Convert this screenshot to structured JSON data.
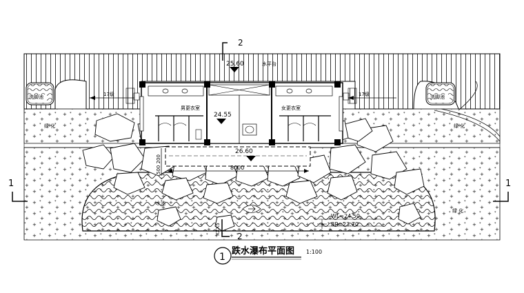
{
  "labels": {
    "section_top": "2",
    "section_bottom": "2",
    "section_left": "1",
    "section_right": "1",
    "elev_platform": "25.60",
    "platform": "水平台",
    "steps_left": "17级",
    "steps_right": "17级",
    "washroom_left": "洗脚池",
    "washroom_right": "洗脚池",
    "mens_room": "男更衣室",
    "womens_room": "女更衣室",
    "elev_room": "24.55",
    "green_left": "绿 化",
    "green_right": "绿 化",
    "green_bottom_right": "绿 化",
    "elev_weir": "26.60",
    "dim_8000": "8000",
    "dim_vertical": "500 200",
    "pond": "水池",
    "dim_pond": "XXX5",
    "water_level": "WL=24.50",
    "bottom_level": "BP=23.70"
  },
  "title": {
    "number": "1",
    "text": "跌水瀑布平面图",
    "scale": "1:100"
  }
}
